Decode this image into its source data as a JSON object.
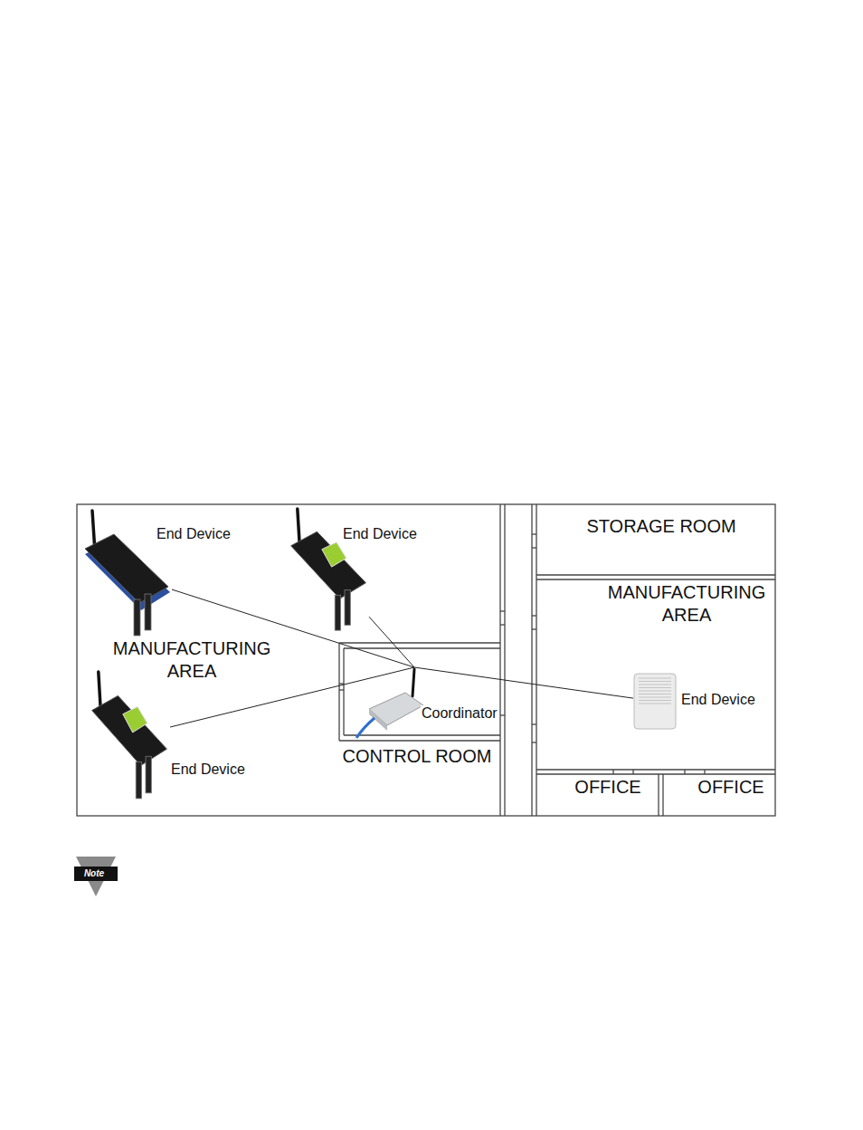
{
  "diagram": {
    "nodes": [
      {
        "text": [
          "End Device"
        ]
      },
      {
        "text": [
          "End Device"
        ]
      },
      {
        "text": [
          "Coordinator"
        ]
      },
      {
        "text": [
          "End Device"
        ]
      },
      {
        "text": [
          "End Device"
        ]
      }
    ],
    "edges": [
      {
        "from": 2,
        "to": 0,
        "arrow": "none"
      },
      {
        "from": 2,
        "to": 1,
        "arrow": "none"
      },
      {
        "from": 2,
        "to": 3,
        "arrow": "none"
      },
      {
        "from": 2,
        "to": 4,
        "arrow": "none"
      }
    ],
    "labels": [
      "STORAGE ROOM",
      "MANUFACTURING AREA",
      "MANUFACTURING AREA",
      "CONTROL ROOM",
      "OFFICE",
      "OFFICE",
      "Note"
    ]
  }
}
